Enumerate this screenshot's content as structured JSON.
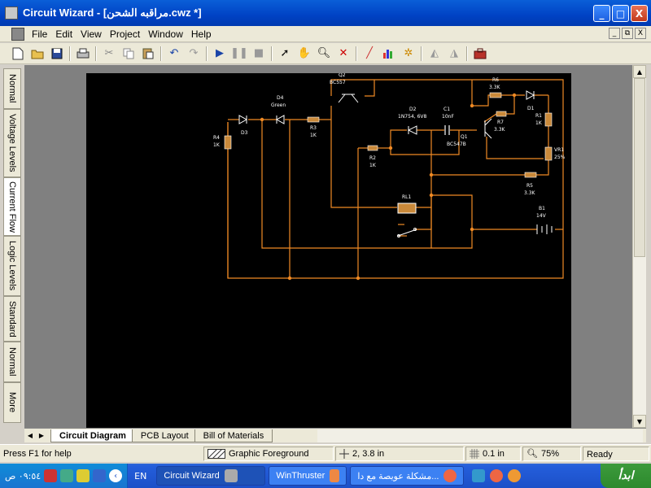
{
  "window": {
    "title": "Circuit Wizard - [مراقبه الشحن.cwz *]",
    "controls": {
      "minimize": "_",
      "maximize": "□",
      "close": "X"
    }
  },
  "menu": {
    "items": [
      "File",
      "Edit",
      "View",
      "Project",
      "Window",
      "Help"
    ],
    "mdi_controls": {
      "minimize": "_",
      "restore": "⧉",
      "close": "X"
    }
  },
  "toolbar": {
    "buttons": [
      "new-icon",
      "open-icon",
      "save-icon",
      "print-icon",
      "cut-icon",
      "copy-icon",
      "paste-icon",
      "undo-icon",
      "redo-icon",
      "play-icon",
      "pause-icon",
      "stop-icon",
      "select-icon",
      "pan-icon",
      "zoom-icon",
      "delete-icon",
      "probe-icon",
      "graph-icon",
      "build-icon",
      "flip-icon",
      "mirror-icon",
      "toolbox-icon"
    ]
  },
  "left_tabs": [
    "Normal",
    "Voltage Levels",
    "Current Flow",
    "Logic Levels",
    "Standard",
    "Normal",
    "More"
  ],
  "diagram": {
    "wire_color": "#f08a24",
    "components": {
      "Q2": {
        "name": "Q2",
        "value": "BC557"
      },
      "R6": {
        "name": "R6",
        "value": "3.3K"
      },
      "D4": {
        "name": "D4",
        "value": "Green"
      },
      "D3": {
        "name": "D3",
        "value": ""
      },
      "R4": {
        "name": "R4",
        "value": "1K"
      },
      "R3": {
        "name": "R3",
        "value": "1K"
      },
      "D2": {
        "name": "D2",
        "value": "1N754, 6V8"
      },
      "C1": {
        "name": "C1",
        "value": "10nF"
      },
      "Q1": {
        "name": "Q1",
        "value": "BC547B"
      },
      "R7": {
        "name": "R7",
        "value": "3.3K"
      },
      "D1": {
        "name": "D1",
        "value": ""
      },
      "R1": {
        "name": "R1",
        "value": "1K"
      },
      "VR1": {
        "name": "VR1",
        "value": "25%"
      },
      "R2": {
        "name": "R2",
        "value": "1K"
      },
      "R5": {
        "name": "R5",
        "value": "3.3K"
      },
      "RL1": {
        "name": "RL1",
        "value": ""
      },
      "B1": {
        "name": "B1",
        "value": "14V"
      }
    }
  },
  "tabs": {
    "items": [
      "Circuit Diagram",
      "PCB Layout",
      "Bill of Materials"
    ],
    "active": "Circuit Diagram"
  },
  "status": {
    "help": "Press F1 for help",
    "layer": "Graphic Foreground",
    "coords": "2, 3.8 in",
    "grid": "0.1 in",
    "zoom": "75%",
    "state": "Ready"
  },
  "taskbar": {
    "clock": "٠٩:٥٤ ص",
    "lang": "EN",
    "tasks": [
      "Circuit Wizard",
      "WinThruster",
      "مشكلة عويصة مع دا..."
    ],
    "start": "ابدأ"
  }
}
